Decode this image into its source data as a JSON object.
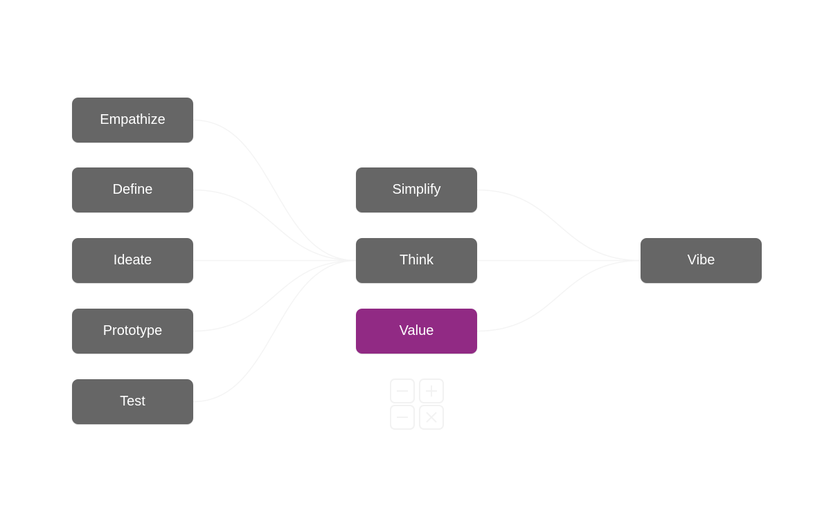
{
  "diagram": {
    "columns": [
      {
        "name": "design-thinking-stages",
        "nodes": [
          {
            "id": "empathize",
            "label": "Empathize"
          },
          {
            "id": "define",
            "label": "Define"
          },
          {
            "id": "ideate",
            "label": "Ideate"
          },
          {
            "id": "prototype",
            "label": "Prototype"
          },
          {
            "id": "test",
            "label": "Test"
          }
        ]
      },
      {
        "name": "principles",
        "nodes": [
          {
            "id": "simplify",
            "label": "Simplify"
          },
          {
            "id": "think",
            "label": "Think"
          },
          {
            "id": "value",
            "label": "Value",
            "highlighted": true
          }
        ]
      },
      {
        "name": "outcome",
        "nodes": [
          {
            "id": "vibe",
            "label": "Vibe"
          }
        ]
      }
    ],
    "edges": [
      {
        "from": "empathize",
        "to": "think"
      },
      {
        "from": "define",
        "to": "think"
      },
      {
        "from": "ideate",
        "to": "think"
      },
      {
        "from": "prototype",
        "to": "think"
      },
      {
        "from": "test",
        "to": "think"
      },
      {
        "from": "simplify",
        "to": "vibe"
      },
      {
        "from": "think",
        "to": "vibe"
      },
      {
        "from": "value",
        "to": "vibe"
      }
    ],
    "icons": [
      {
        "name": "calculator-icon",
        "below": "value"
      }
    ]
  },
  "colors": {
    "node": "#666666",
    "highlight": "#912a84",
    "text": "#ffffff",
    "background": "#ffffff",
    "connector": "#f4f4f4"
  }
}
